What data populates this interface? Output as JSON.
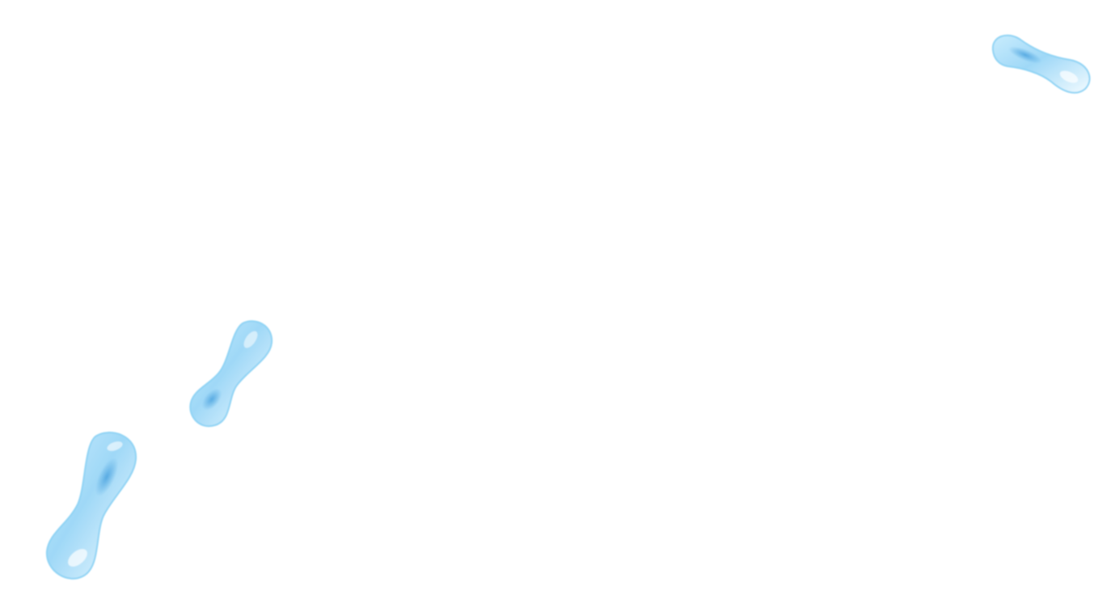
{
  "background_color": "#ffffff",
  "decorations": [
    {
      "name": "blue-capsule-blob",
      "icon": "capsule-blob",
      "count": 3
    }
  ],
  "palette": {
    "edge": "#8fd3f4",
    "light": "#e6f6ff",
    "mid": "#b9e4fb",
    "deep": "#5ab0e4",
    "highlight": "#ffffff"
  }
}
